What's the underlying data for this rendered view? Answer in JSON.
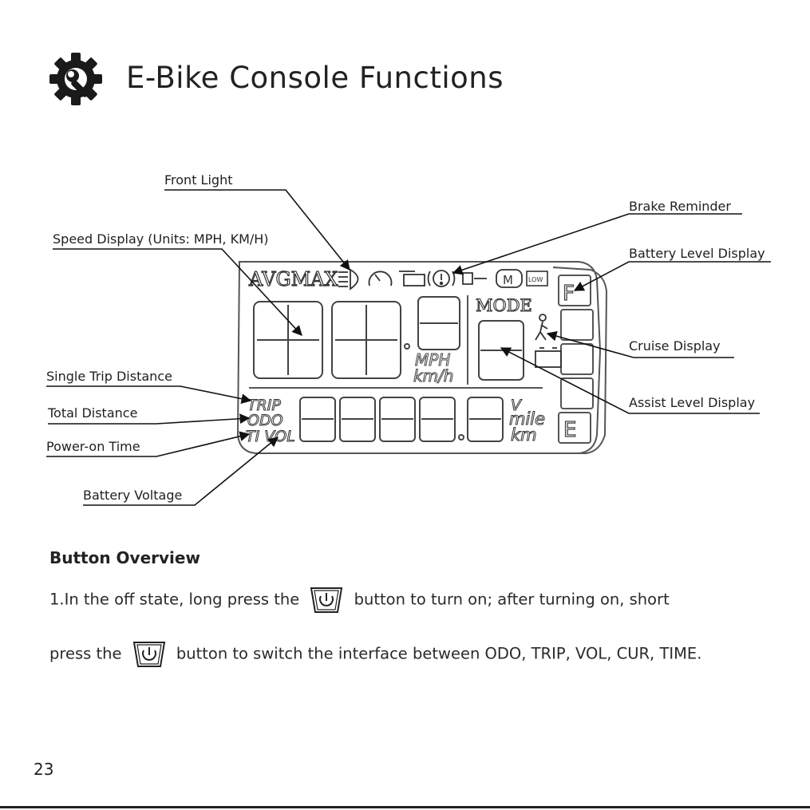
{
  "title": "E-Bike Console Functions",
  "labels": {
    "front_light": "Front Light",
    "speed_display": "Speed Display (Units: MPH, KM/H)",
    "brake_reminder": "Brake Reminder",
    "battery_level": "Battery Level Display",
    "cruise": "Cruise Display",
    "assist_level": "Assist Level Display",
    "single_trip": "Single Trip Distance",
    "total_distance": "Total Distance",
    "power_on_time": "Power-on Time",
    "battery_voltage": "Battery Voltage"
  },
  "lcd": {
    "avgmax": "AVGMAX",
    "mode": "MODE",
    "speed_units": [
      "MPH",
      "km/h"
    ],
    "odo_labels": [
      "TRIP",
      "ODO",
      "TI VOL"
    ],
    "odo_units": [
      "V",
      "mile",
      "km"
    ],
    "battery_marks": [
      "F",
      "E"
    ],
    "low": "LOW",
    "m": "M"
  },
  "section": {
    "heading": "Button Overview",
    "line1_before": "1.In the off state, long press the",
    "line1_after": "button to turn on; after turning on, short",
    "line2_before": "press the",
    "line2_after": "button to switch the interface between ODO, TRIP, VOL, CUR, TIME."
  },
  "page_number": "23"
}
